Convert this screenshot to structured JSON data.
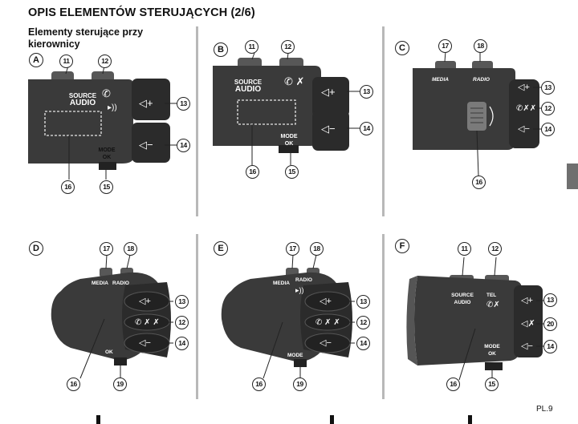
{
  "header": {
    "title": "OPIS ELEMENTÓW STERUJĄCYCH (2/6)",
    "subtitle": "Elementy sterujące przy kierownicy"
  },
  "footer": {
    "page": "PL.9"
  },
  "labels": {
    "source": "SOURCE",
    "audio": "AUDIO",
    "mode": "MODE",
    "ok": "OK",
    "media": "MEDIA",
    "radio": "RADIO",
    "tel": "TEL"
  },
  "panels": [
    {
      "letter": "A",
      "callouts": [
        "11",
        "12",
        "13",
        "14",
        "15",
        "16"
      ]
    },
    {
      "letter": "B",
      "callouts": [
        "11",
        "12",
        "13",
        "14",
        "15",
        "16"
      ]
    },
    {
      "letter": "C",
      "callouts": [
        "17",
        "18",
        "13",
        "12",
        "14",
        "16"
      ]
    },
    {
      "letter": "D",
      "callouts": [
        "17",
        "18",
        "13",
        "12",
        "14",
        "16",
        "19"
      ]
    },
    {
      "letter": "E",
      "callouts": [
        "17",
        "18",
        "13",
        "12",
        "14",
        "16",
        "19"
      ]
    },
    {
      "letter": "F",
      "callouts": [
        "11",
        "12",
        "13",
        "20",
        "14",
        "16",
        "15"
      ]
    }
  ],
  "icons": {
    "volume_up": "speaker-plus-icon",
    "volume_down": "speaker-minus-icon",
    "mute": "speaker-mute-icon",
    "phone": "phone-icon",
    "voice": "voice-command-icon",
    "wheel": "thumbwheel-icon"
  }
}
